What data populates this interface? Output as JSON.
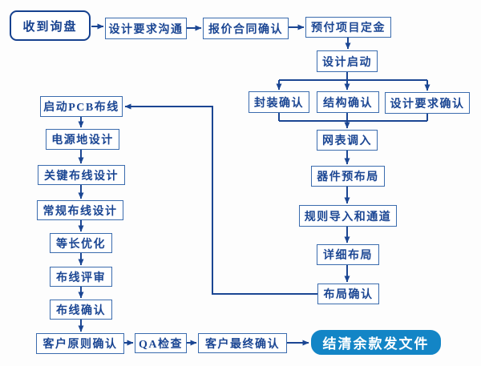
{
  "nodes": {
    "start": {
      "label": "收到询盘"
    },
    "comm": {
      "label": "设计要求沟通"
    },
    "quote": {
      "label": "报价合同确认"
    },
    "deposit": {
      "label": "预付项目定金"
    },
    "kickoff": {
      "label": "设计启动"
    },
    "pkg": {
      "label": "封装确认"
    },
    "struct": {
      "label": "结构确认"
    },
    "req": {
      "label": "设计要求确认"
    },
    "netlist": {
      "label": "网表调入"
    },
    "preplace": {
      "label": "器件预布局"
    },
    "rules": {
      "label": "规则导入和通道"
    },
    "detail": {
      "label": "详细布局"
    },
    "layout_ok": {
      "label": "布局确认"
    },
    "pcb_start": {
      "label": "启动PCB布线"
    },
    "power": {
      "label": "电源地设计"
    },
    "critical": {
      "label": "关键布线设计"
    },
    "normal": {
      "label": "常规布线设计"
    },
    "equal_len": {
      "label": "等长优化"
    },
    "route_review": {
      "label": "布线评审"
    },
    "route_ok": {
      "label": "布线确认"
    },
    "cust_principle": {
      "label": "客户原则确认"
    },
    "qa": {
      "label": "QA检查"
    },
    "cust_final": {
      "label": "客户最终确认"
    },
    "end": {
      "label": "结清余款发文件"
    }
  },
  "colors": {
    "line": "#1b4693",
    "box_border": "#3b6cae",
    "box_text": "#1b4693",
    "start_border": "#16418f",
    "end_fill": "#1385c6",
    "end_text": "#ffffff",
    "background": "#fdfdfd"
  }
}
